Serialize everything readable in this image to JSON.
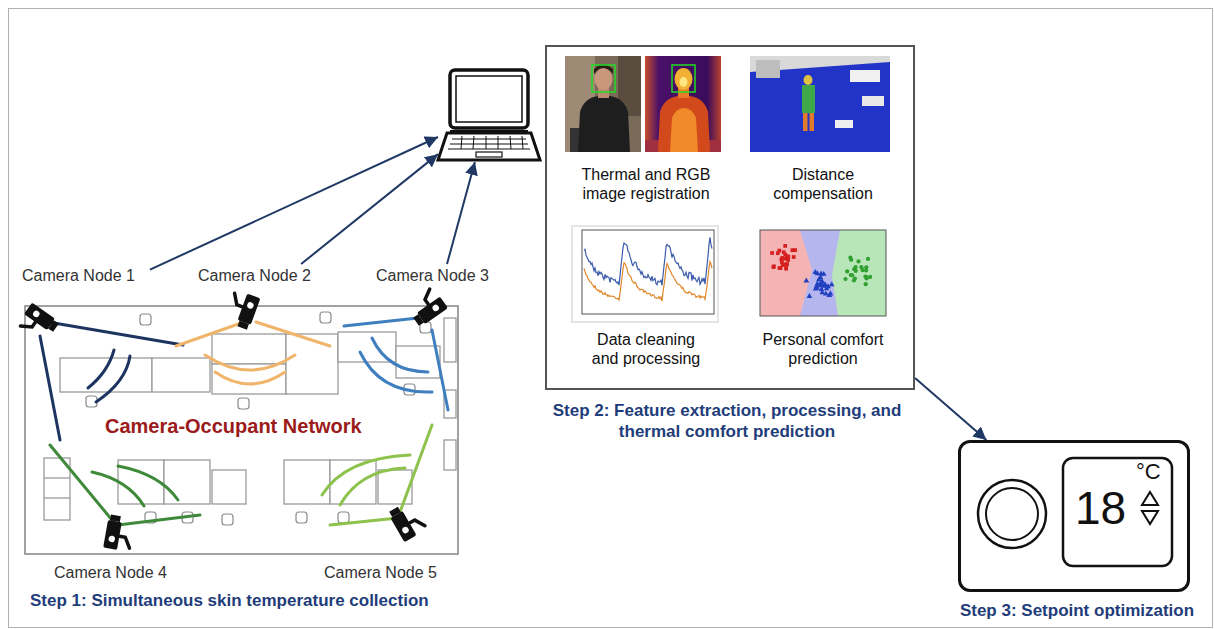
{
  "diagram": {
    "nodes": [
      {
        "text": [
          "Camera Node 1"
        ]
      },
      {
        "text": [
          "Camera Node 2"
        ]
      },
      {
        "text": [
          "Camera Node 3"
        ]
      },
      {
        "text": [
          "Camera Node 4"
        ]
      },
      {
        "text": [
          "Camera Node 5"
        ]
      },
      {
        "text": []
      },
      {
        "text": [
          "Step 2: Feature extraction, processing, and thermal comfort prediction"
        ]
      },
      {
        "text": [
          "Thermal and RGB image registration"
        ],
        "in": 6
      },
      {
        "text": [
          "Distance compensation"
        ],
        "in": 6
      },
      {
        "text": [
          "Data cleaning and processing"
        ],
        "in": 6
      },
      {
        "text": [
          "Personal comfort prediction"
        ],
        "in": 6
      },
      {
        "text": [
          "18",
          "°C",
          "Step 3: Setpoint optimization"
        ]
      }
    ],
    "edges": [
      {
        "from": 0,
        "to": 5,
        "arrow": "to"
      },
      {
        "from": 1,
        "to": 5,
        "arrow": "to"
      },
      {
        "from": 2,
        "to": 5,
        "arrow": "to"
      },
      {
        "from": 6,
        "to": 11,
        "arrow": "to"
      }
    ],
    "labels": [
      "Camera-Occupant Network",
      "Step 1: Simultaneous skin temperature collection"
    ]
  }
}
